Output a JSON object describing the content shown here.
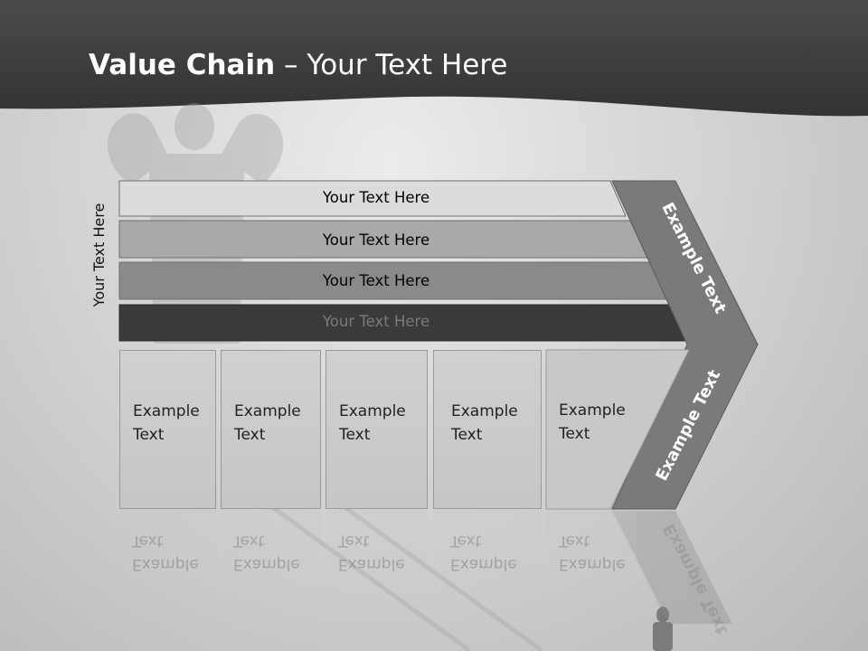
{
  "title": {
    "bold": "Value Chain",
    "rest": " – Your Text Here"
  },
  "side_label": "Your Text Here",
  "bars": [
    {
      "label": "Your Text Here",
      "fill": "#dcdcdc",
      "text_color": "#222222"
    },
    {
      "label": "Your Text Here",
      "fill": "#a9a9a9",
      "text_color": "#222222"
    },
    {
      "label": "Your Text Here",
      "fill": "#8a8a8a",
      "text_color": "#222222"
    },
    {
      "label": "Your Text Here",
      "fill": "#3a3a3a",
      "text_color": "#7a7a7a"
    }
  ],
  "boxes": [
    {
      "line1": "Example",
      "line2": "Text"
    },
    {
      "line1": "Example",
      "line2": "Text"
    },
    {
      "line1": "Example",
      "line2": "Text"
    },
    {
      "line1": "Example",
      "line2": "Text"
    },
    {
      "line1": "Example",
      "line2": "Text"
    }
  ],
  "chevron": {
    "upper_label": "Example Text",
    "lower_label": "Example Text",
    "fill": "#7a7a7a"
  },
  "colors": {
    "header_band": "#3e3e3e",
    "background": "#d4d4d4"
  }
}
